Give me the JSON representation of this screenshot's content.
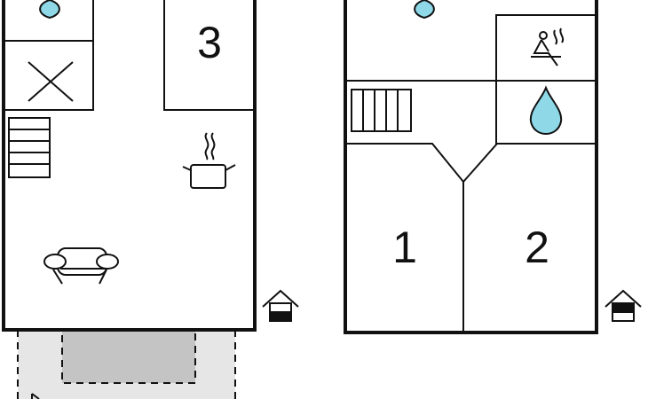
{
  "floor_plan": {
    "rooms": [
      {
        "label": "3"
      },
      {
        "label": "1"
      },
      {
        "label": "2"
      }
    ],
    "icons": [
      "water-drop-icon",
      "no-entry-cross-icon",
      "staircase-icon",
      "cooking-pot-icon",
      "sofa-icon",
      "house-floor-indicator-icon",
      "sauna-icon"
    ]
  },
  "colors": {
    "wall": "#111111",
    "water": "#8ed8e8",
    "terrace": "#e6e6e6",
    "carport": "#c4c4c4"
  }
}
